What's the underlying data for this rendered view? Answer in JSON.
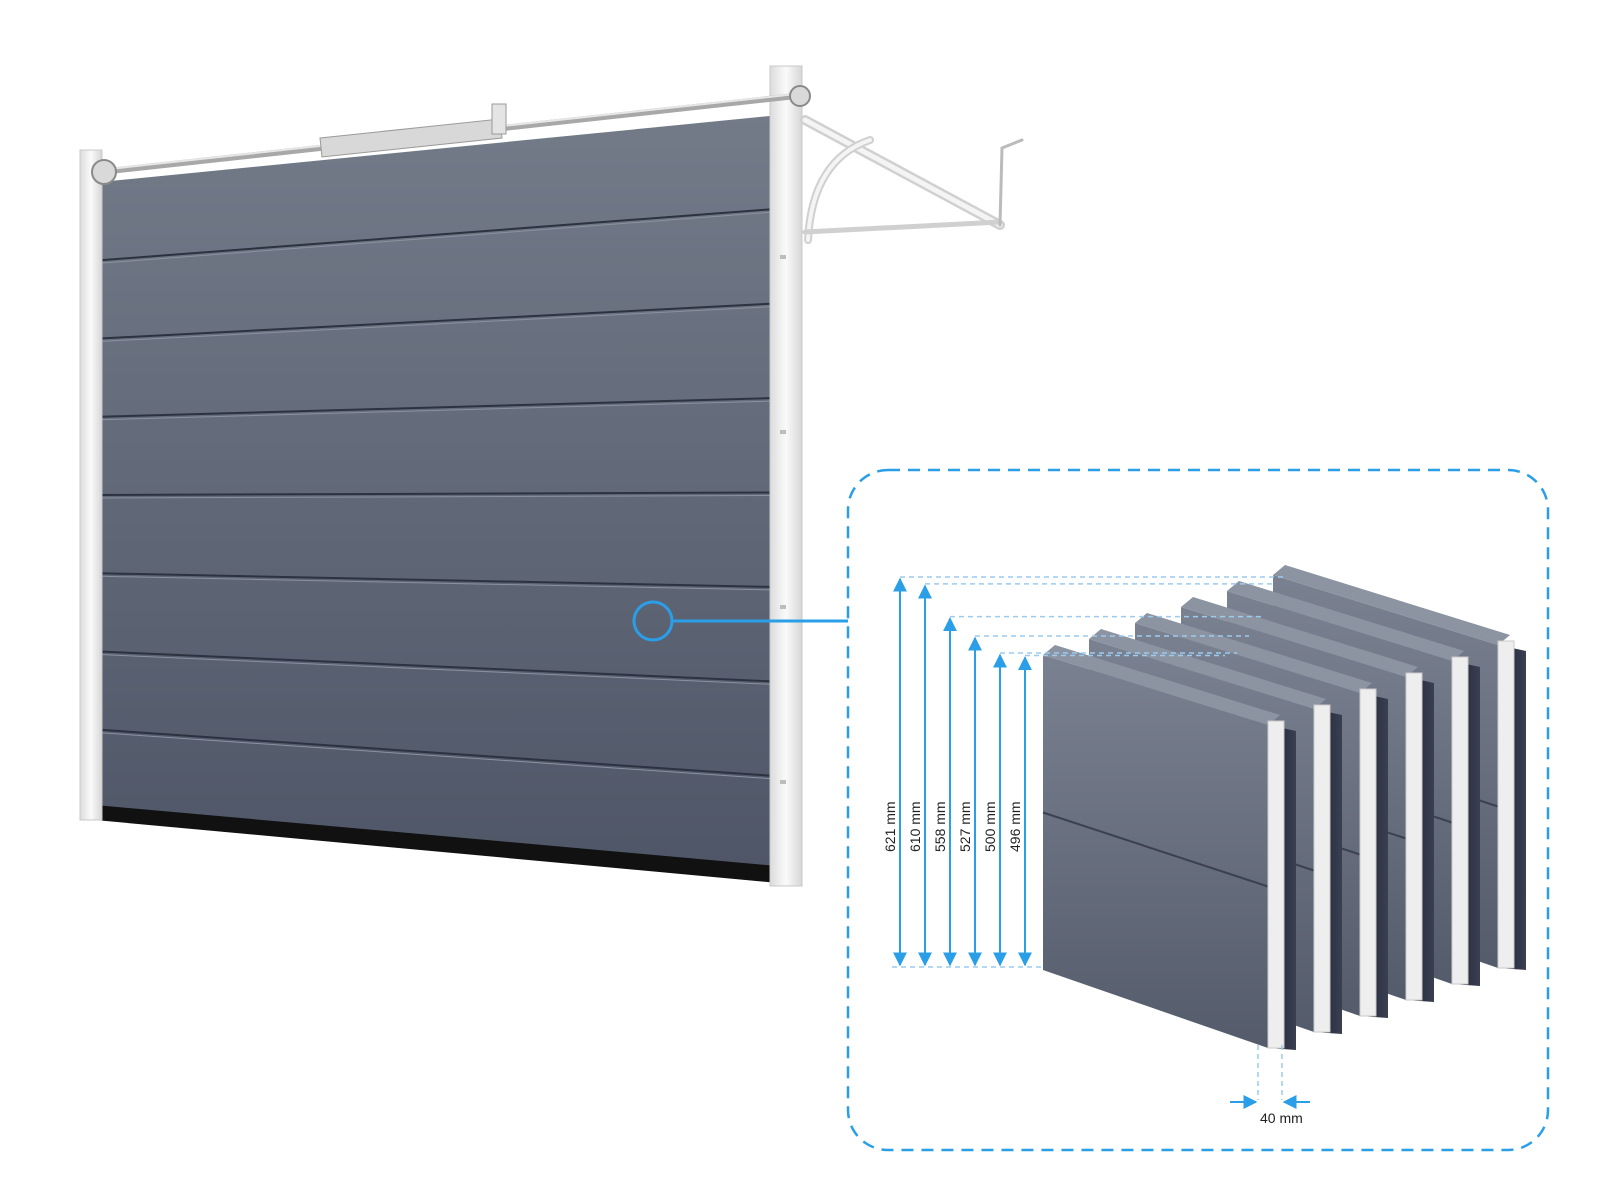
{
  "colors": {
    "accent": "#2a9fe8",
    "panel_light": "#727a88",
    "panel_dark": "#4e5566",
    "frame": "#f2f2f2",
    "seal": "#111111"
  },
  "diagram": {
    "door_panel_count": 8,
    "section_heights": [
      {
        "label": "621 mm",
        "value_mm": 621
      },
      {
        "label": "610 mm",
        "value_mm": 610
      },
      {
        "label": "558 mm",
        "value_mm": 558
      },
      {
        "label": "527 mm",
        "value_mm": 527
      },
      {
        "label": "500 mm",
        "value_mm": 500
      },
      {
        "label": "496 mm",
        "value_mm": 496
      }
    ],
    "thickness": {
      "label": "40 mm",
      "value_mm": 40
    }
  }
}
